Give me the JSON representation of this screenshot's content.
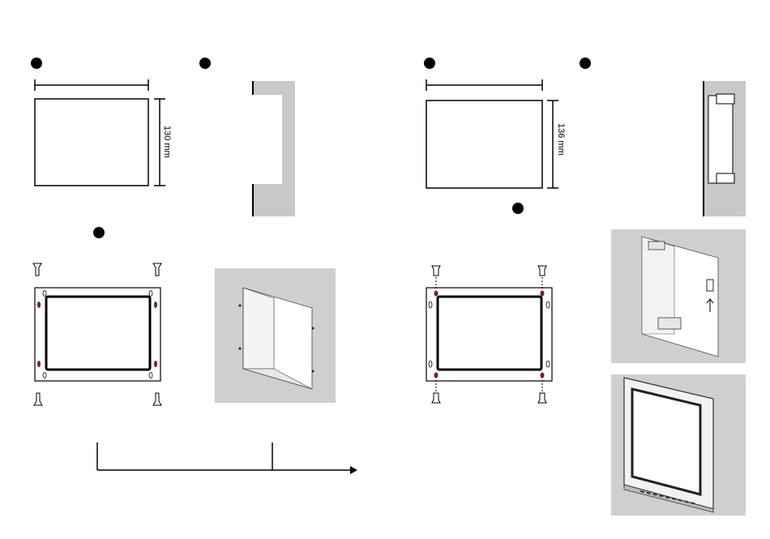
{
  "panels": [
    {
      "id": "cutout-left",
      "height_label": "130 mm"
    },
    {
      "id": "cutout-right",
      "height_label": "136 mm"
    }
  ],
  "colors": {
    "line": "#000000",
    "wall_gray": "#c8c8c8",
    "photo_gray": "#cfcfcf",
    "screw_accent": "#7a2020"
  },
  "icons": [
    "step-bullet",
    "screw-icon",
    "flow-arrow"
  ]
}
